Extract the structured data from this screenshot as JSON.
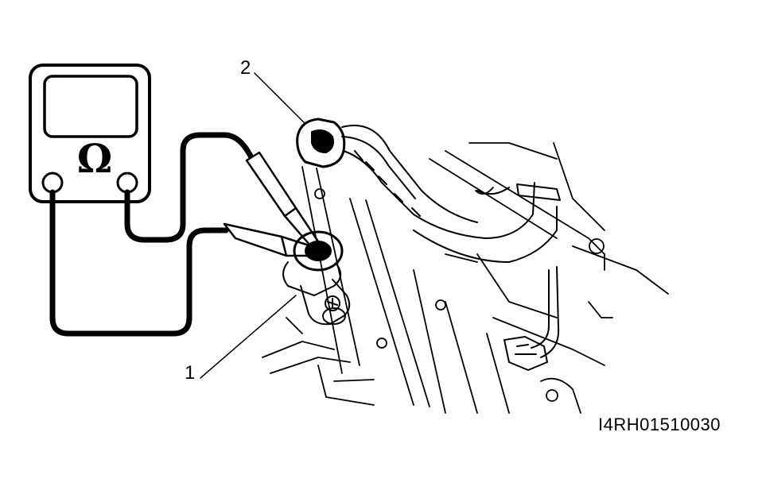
{
  "callouts": [
    {
      "id": "1",
      "text": "1"
    },
    {
      "id": "2",
      "text": "2"
    }
  ],
  "meter_symbol": "Ω",
  "figure_code": "I4RH01510030",
  "colors": {
    "line": "#000000",
    "background": "#ffffff"
  }
}
